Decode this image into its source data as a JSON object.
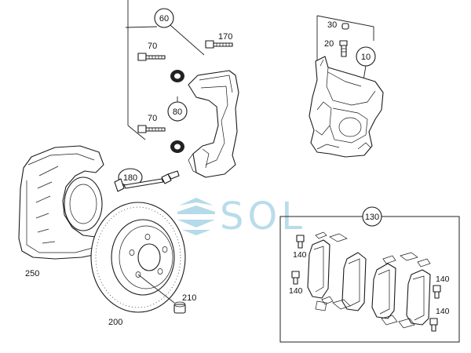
{
  "callouts": {
    "c60": "60",
    "c170": "170",
    "c70a": "70",
    "c70b": "70",
    "c80": "80",
    "c30": "30",
    "c20": "20",
    "c10": "10",
    "c180": "180",
    "c250": "250",
    "c200": "200",
    "c210": "210",
    "c130": "130",
    "c140a": "140",
    "c140b": "140",
    "c140c": "140",
    "c140d": "140"
  },
  "watermark": {
    "text": "SOL",
    "color": "#a9d4e6"
  }
}
